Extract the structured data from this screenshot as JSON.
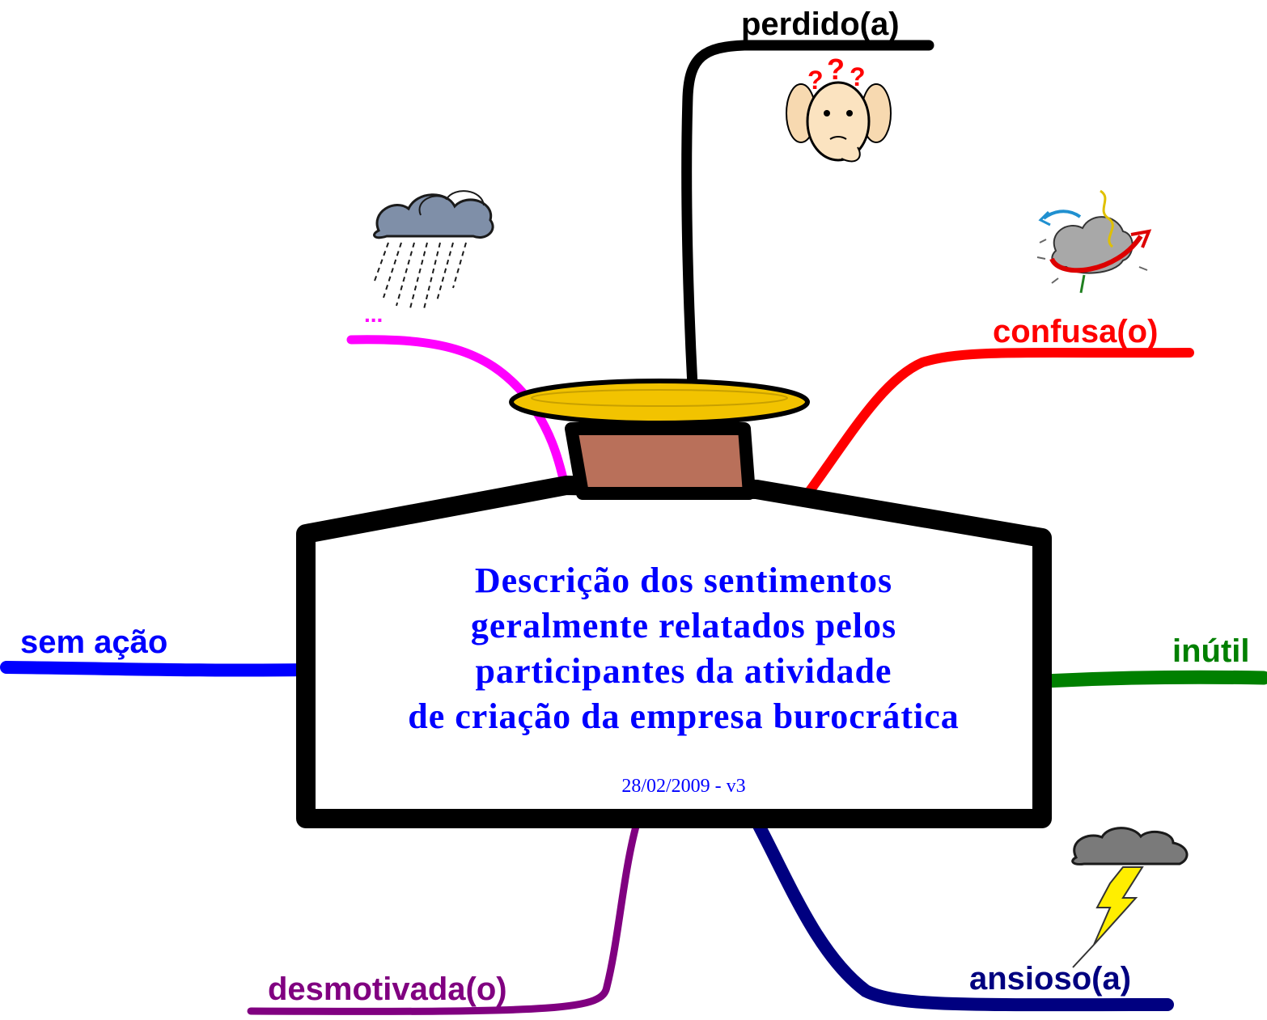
{
  "central_topic": {
    "title_lines": [
      "Descrição dos sentimentos",
      "geralmente relatados pelos",
      "participantes da atividade",
      "de criação da empresa burocrática"
    ],
    "version": "28/02/2009 - v3",
    "color": "#0000ff"
  },
  "branches": [
    {
      "label": "perdido(a)",
      "color": "#000000",
      "icon": "confused-thinker-icon"
    },
    {
      "label": "confusa(o)",
      "color": "#ff0000",
      "icon": "confusion-swirl-icon"
    },
    {
      "label": "inútil",
      "color": "#008000"
    },
    {
      "label": "ansioso(a)",
      "color": "#000080",
      "icon": "storm-lightning-icon"
    },
    {
      "label": "desmotivada(o)",
      "color": "#800080"
    },
    {
      "label": "sem ação",
      "color": "#0000ff"
    },
    {
      "label": "...",
      "color": "#ff00ff",
      "icon": "rain-cloud-icon"
    }
  ],
  "bottle_colors": {
    "outline": "#000000",
    "cap": "#f2c300",
    "neck": "#b9705a"
  }
}
